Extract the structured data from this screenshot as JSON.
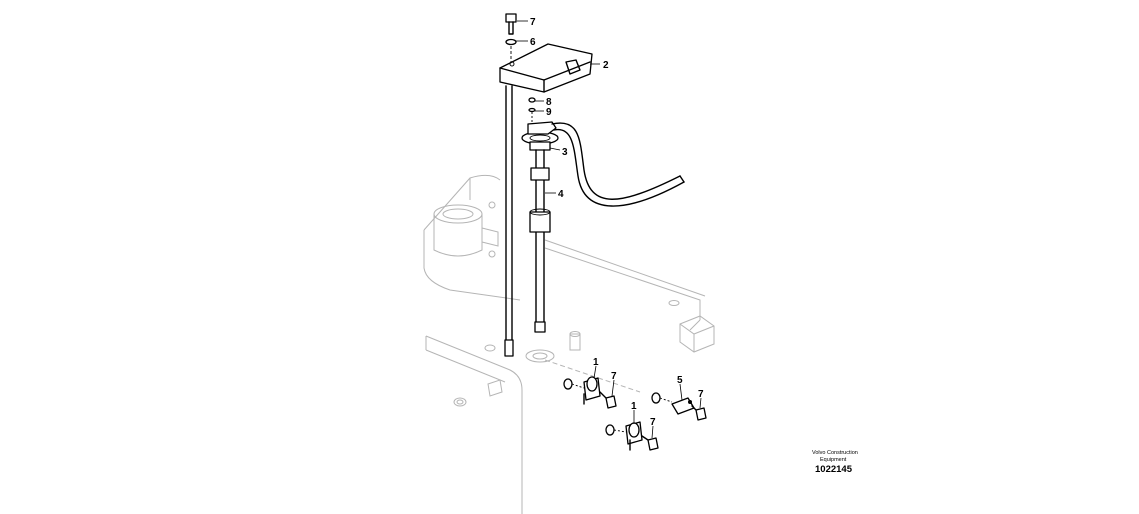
{
  "callouts": {
    "c1a": "7",
    "c1b": "6",
    "c2": "2",
    "c3": "8",
    "c4": "9",
    "c5": "3",
    "c6": "4",
    "c7": "1",
    "c8": "7",
    "c9": "5",
    "c10": "7",
    "c11": "1",
    "c12": "7"
  },
  "footer": {
    "brand_line1": "Volvo Construction",
    "brand_line2": "Equipment",
    "reference_number": "1022145"
  }
}
